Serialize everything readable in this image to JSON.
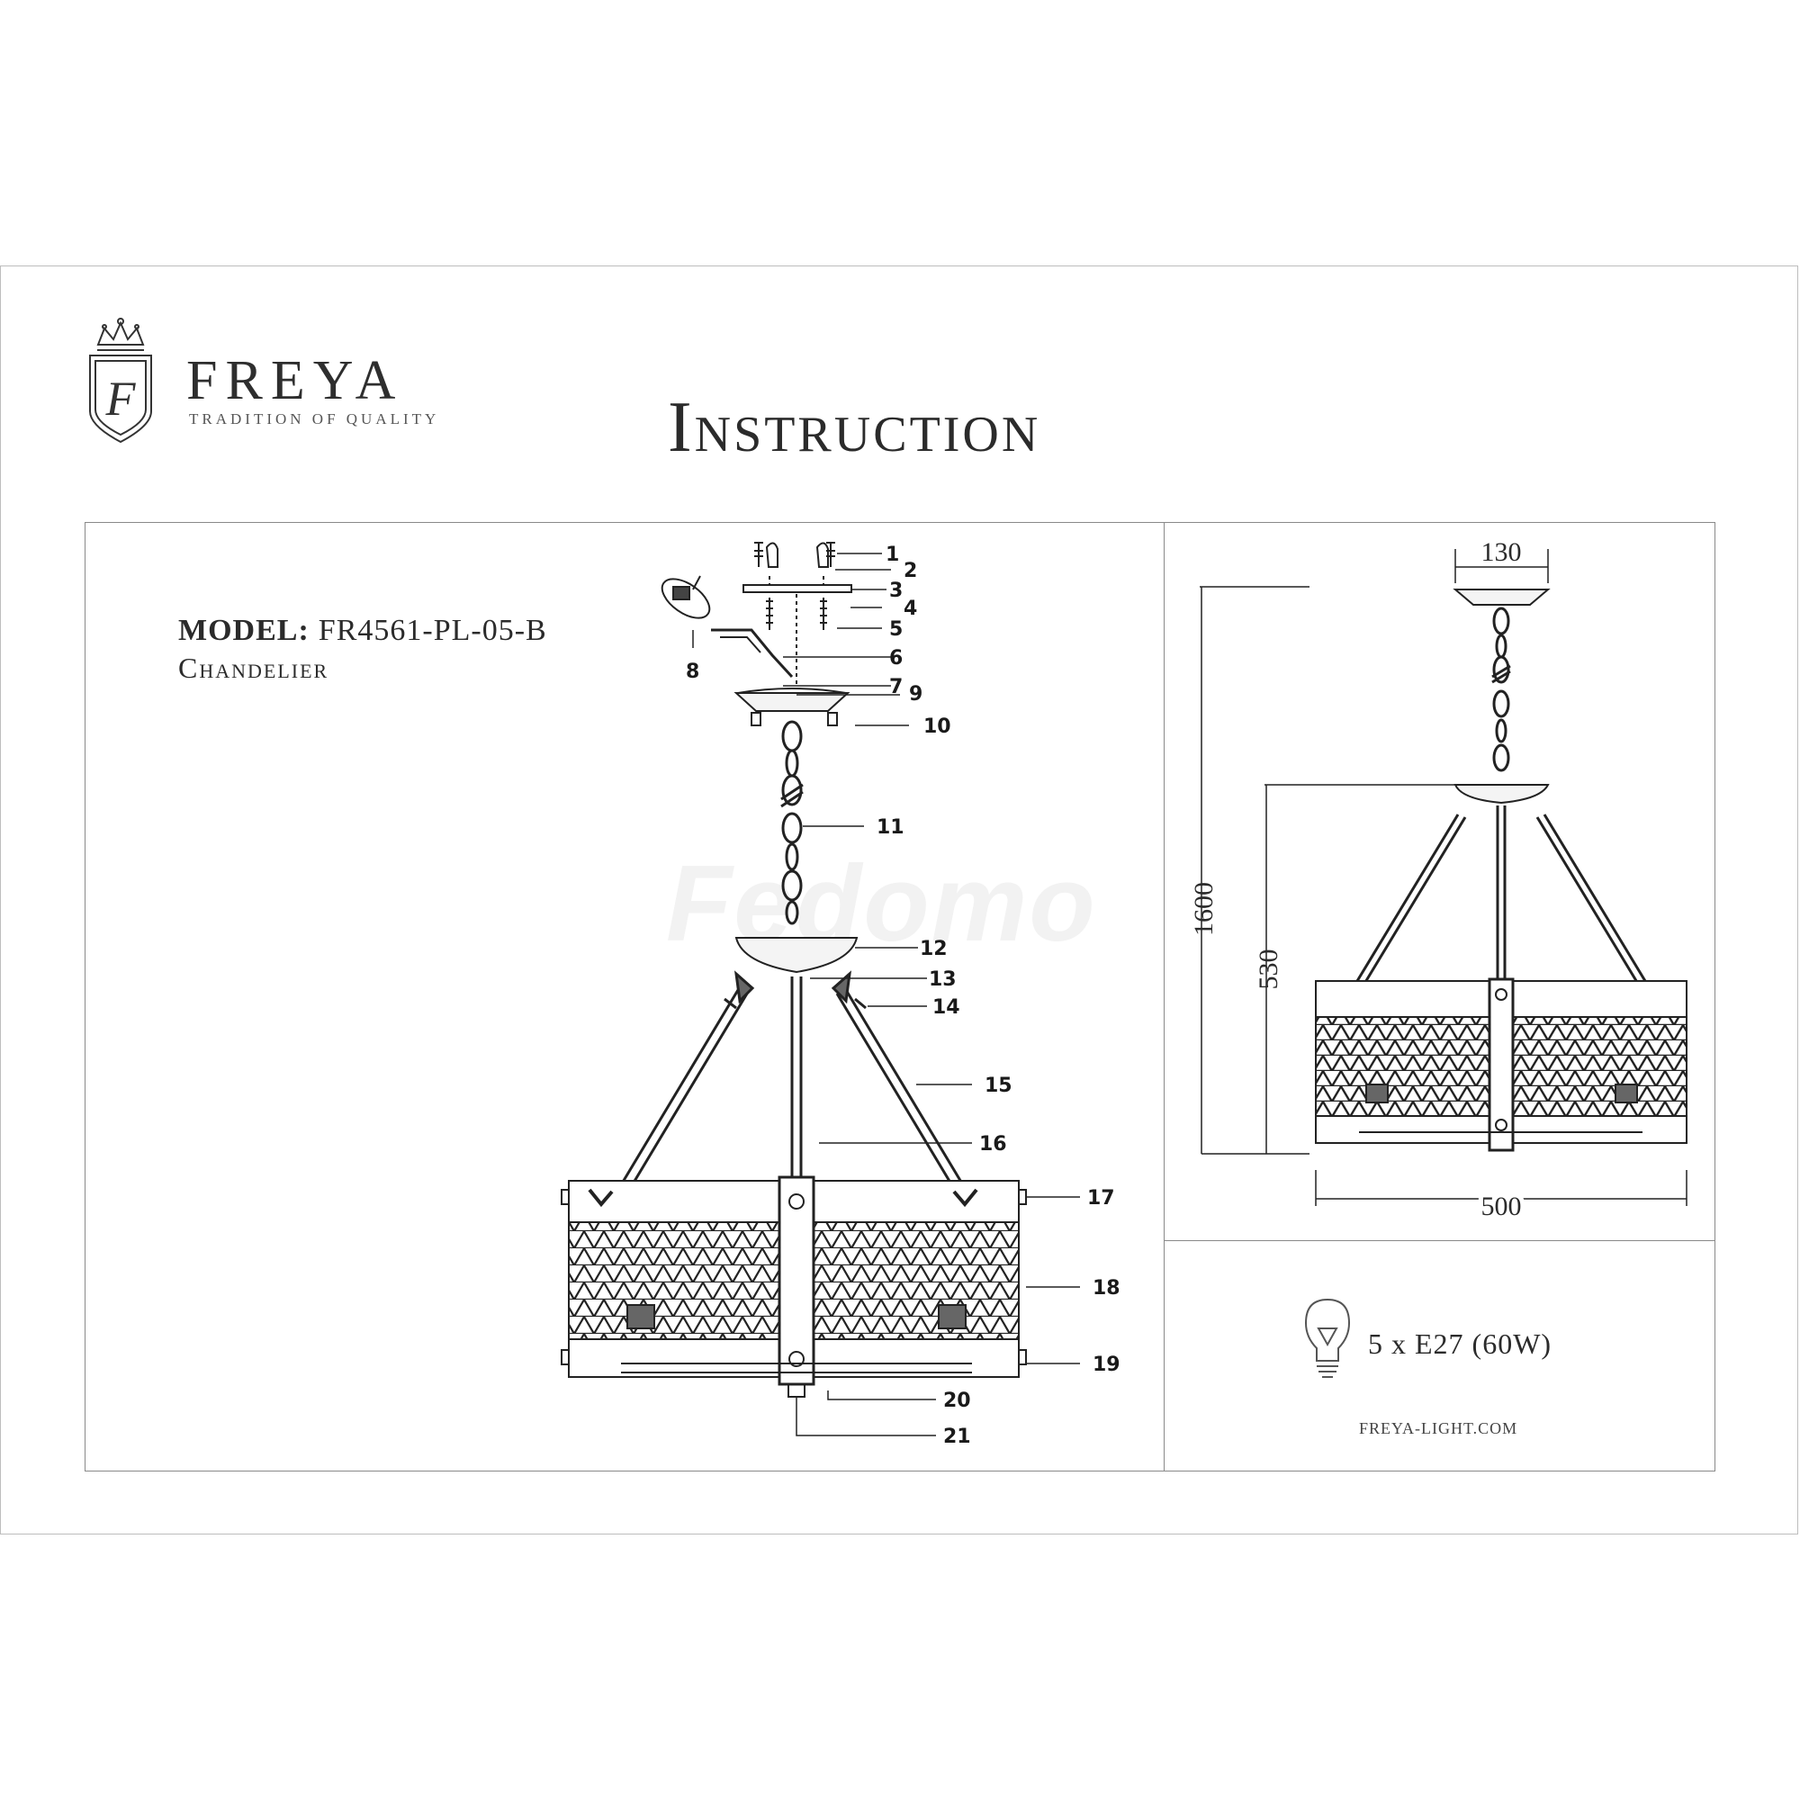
{
  "brand": {
    "name": "FREYA",
    "tagline": "TRADITION OF QUALITY",
    "logo_icon": "crest-crown-icon"
  },
  "title": "Instruction",
  "model": {
    "label": "MODEL:",
    "value": "FR4561-PL-05-B",
    "type": "Chandelier"
  },
  "callouts": [
    "1",
    "2",
    "3",
    "4",
    "5",
    "6",
    "7",
    "8",
    "9",
    "10",
    "11",
    "12",
    "13",
    "14",
    "15",
    "16",
    "17",
    "18",
    "19",
    "20",
    "21"
  ],
  "dimensions": {
    "top_width": "130",
    "total_height": "1600",
    "body_height": "530",
    "width": "500"
  },
  "bulb": {
    "icon": "light-bulb-icon",
    "spec": "5 x E27 (60W)"
  },
  "website": "FREYA-LIGHT.COM",
  "watermark": "Fedomo"
}
